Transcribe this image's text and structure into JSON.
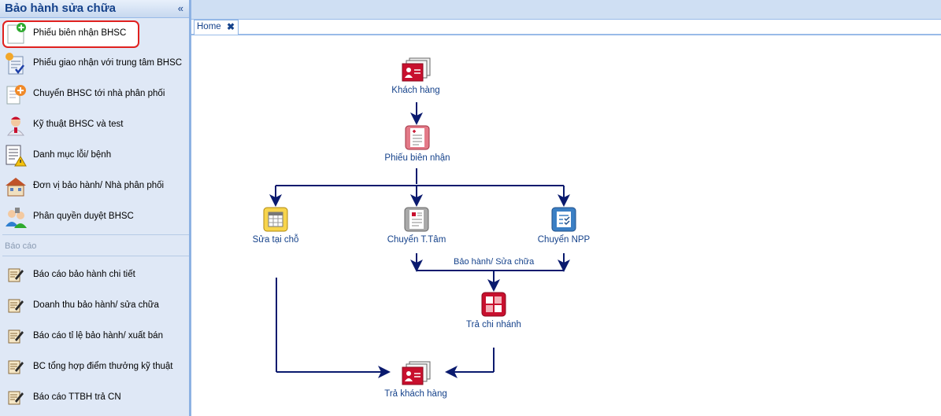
{
  "sidebar": {
    "title": "Bảo hành sửa chữa",
    "collapse_glyph": "«",
    "items": [
      {
        "label": "Phiếu biên nhận BHSC",
        "icon": "new-document-icon"
      },
      {
        "label": "Phiếu giao nhận với trung tâm BHSC",
        "icon": "delivery-form-icon"
      },
      {
        "label": "Chuyển BHSC tới nhà phân phối",
        "icon": "add-document-icon"
      },
      {
        "label": "Kỹ thuật BHSC và test",
        "icon": "technician-icon"
      },
      {
        "label": "Danh mục lỗi/ bệnh",
        "icon": "warning-list-icon"
      },
      {
        "label": "Đơn vị bảo hành/ Nhà phân phối",
        "icon": "building-icon"
      },
      {
        "label": "Phân quyền duyệt BHSC",
        "icon": "users-permission-icon"
      }
    ],
    "report_section_label": "Báo cáo",
    "reports": [
      {
        "label": "Báo cáo bảo hành chi tiết"
      },
      {
        "label": "Doanh thu bảo hành/ sửa chữa"
      },
      {
        "label": "Báo cáo tỉ lệ bảo hành/ xuất bán"
      },
      {
        "label": "BC tổng hợp điểm thưởng kỹ thuật"
      },
      {
        "label": "Báo cáo TTBH trả CN"
      }
    ]
  },
  "tabs": [
    {
      "label": "Home",
      "close": "✖"
    }
  ],
  "flow": {
    "customer": "Khách hàng",
    "receipt": "Phiếu biên nhận",
    "repair_onsite": "Sửa tại chỗ",
    "to_center": "Chuyển T.Tâm",
    "to_npp": "Chuyển NPP",
    "warranty_repair": "Bảo hành/ Sửa chữa",
    "return_branch": "Trả  chi nhánh",
    "return_customer": "Trả khách hàng"
  },
  "colors": {
    "accent_red": "#c8102e",
    "flow_line": "#0a1a6e",
    "selected_border": "#e0211f"
  }
}
